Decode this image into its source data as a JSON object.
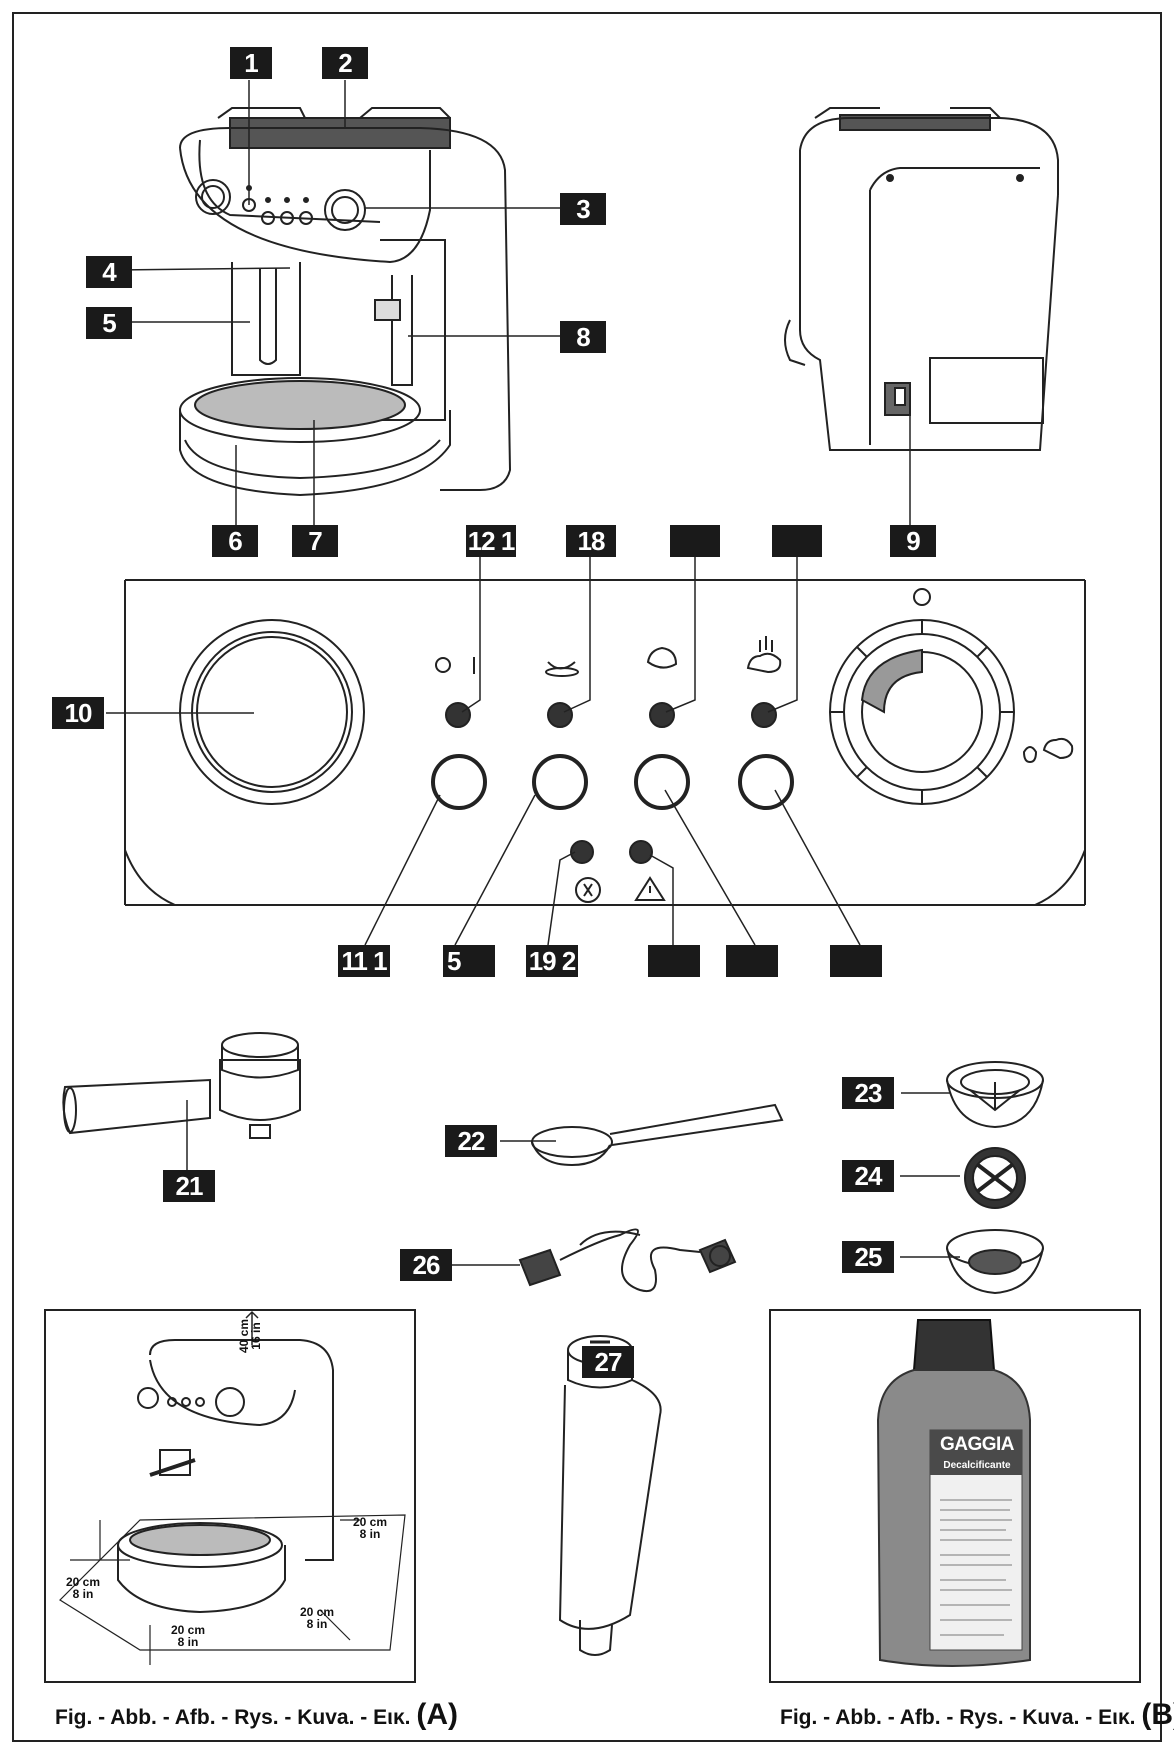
{
  "labels": {
    "l1": "1",
    "l2": "2",
    "l3": "3",
    "l4": "4",
    "l5": "5",
    "l6": "6",
    "l7": "7",
    "l8": "8",
    "l9": "9",
    "l10": "10",
    "l12": "12 1",
    "l18": "18",
    "l11": "11 1",
    "l5b": "5",
    "l19": "19 2",
    "l21": "21",
    "l22": "22",
    "l23": "23",
    "l24": "24",
    "l25": "25",
    "l26": "26",
    "l27": "27"
  },
  "panel": {
    "power_off_symbol": "O",
    "power_on_symbol": "I",
    "dial_top_symbol": "O"
  },
  "clearance": {
    "top": "40 cm\n16 in",
    "right": "20 cm\n8 in",
    "left": "20 cm\n8 in",
    "front": "20 cm\n8 in",
    "front_right": "20 cm\n8 in"
  },
  "bottle": {
    "brand": "GAGGIA",
    "product": "Decalcificante"
  },
  "captions": {
    "a_prefix": "Fig. - Abb. - Afb. - Rys. - Kuva. - Eικ.",
    "a_letter": "(A)",
    "b_prefix": "Fig. - Abb. - Afb. - Rys. - Kuva. - Eικ.",
    "b_letter": "(B)"
  }
}
